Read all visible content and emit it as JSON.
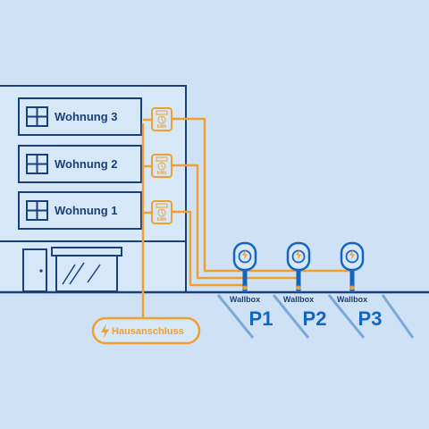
{
  "colors": {
    "background": "#cfe2f5",
    "building_fill": "#d6e7f8",
    "line_dark": "#1b3f7a",
    "accent_orange": "#f0a030",
    "accent_blue": "#1565c0",
    "parking_line": "#7aa9d9"
  },
  "apartments": [
    {
      "label": "Wohnung 3",
      "meter_unit": "kWh"
    },
    {
      "label": "Wohnung 2",
      "meter_unit": "kWh"
    },
    {
      "label": "Wohnung 1",
      "meter_unit": "kWh"
    }
  ],
  "wallboxes": [
    {
      "label": "Wallbox",
      "spot": "P1"
    },
    {
      "label": "Wallbox",
      "spot": "P2"
    },
    {
      "label": "Wallbox",
      "spot": "P3"
    }
  ],
  "house_connection": {
    "label": "Hausanschluss",
    "icon": "lightning-bolt-icon"
  }
}
